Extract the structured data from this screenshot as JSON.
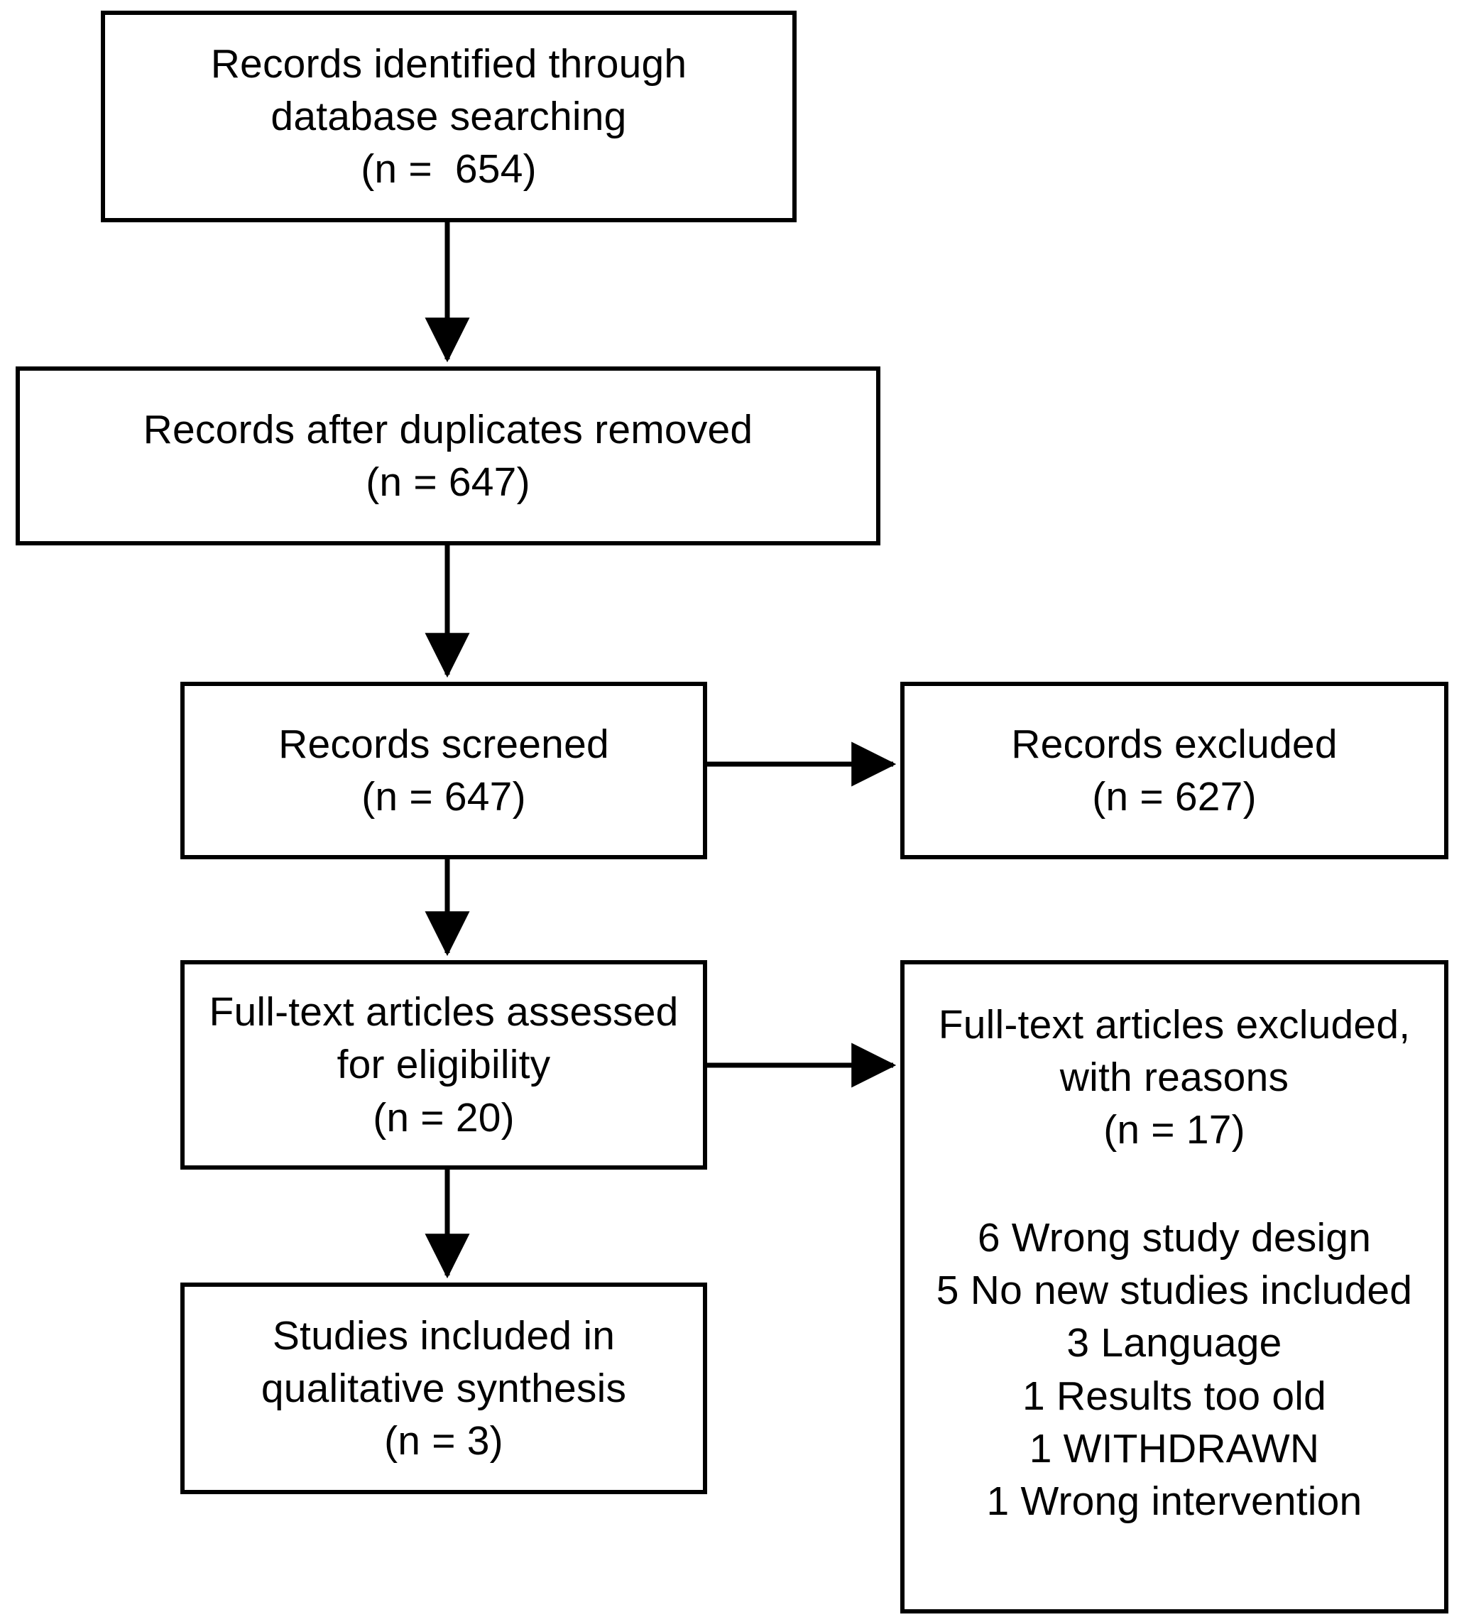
{
  "diagram": {
    "type": "prisma-flow-diagram",
    "colors": {
      "stroke": "#000000",
      "background": "#ffffff",
      "text": "#000000"
    },
    "nodes": [
      {
        "id": "identified",
        "name": "records-identified-box",
        "lines": [
          "Records identified through",
          "database searching",
          "(n =  654)"
        ],
        "count": 654
      },
      {
        "id": "duplicates",
        "name": "records-after-duplicates-box",
        "lines": [
          "Records after duplicates removed",
          "(n = 647)"
        ],
        "count": 647
      },
      {
        "id": "screened",
        "name": "records-screened-box",
        "lines": [
          "Records screened",
          "(n = 647)"
        ],
        "count": 647
      },
      {
        "id": "excluded",
        "name": "records-excluded-box",
        "lines": [
          "Records excluded",
          "(n = 627)"
        ],
        "count": 627
      },
      {
        "id": "fulltext",
        "name": "full-text-assessed-box",
        "lines": [
          "Full-text articles assessed",
          "for eligibility",
          "(n = 20)"
        ],
        "count": 20
      },
      {
        "id": "fulltext_excluded",
        "name": "full-text-excluded-box",
        "lines": [
          "Full-text articles excluded,",
          "with reasons",
          "(n = 17)"
        ],
        "count": 17,
        "reasons": [
          "6 Wrong study design",
          "5 No new studies included",
          "3 Language",
          "1 Results too old",
          "1 WITHDRAWN",
          "1 Wrong intervention"
        ]
      },
      {
        "id": "included",
        "name": "studies-included-box",
        "lines": [
          "Studies included in",
          "qualitative synthesis",
          "(n = 3)"
        ],
        "count": 3
      }
    ],
    "edges": [
      {
        "from": "identified",
        "to": "duplicates",
        "direction": "down"
      },
      {
        "from": "duplicates",
        "to": "screened",
        "direction": "down"
      },
      {
        "from": "screened",
        "to": "excluded",
        "direction": "right"
      },
      {
        "from": "screened",
        "to": "fulltext",
        "direction": "down"
      },
      {
        "from": "fulltext",
        "to": "fulltext_excluded",
        "direction": "right"
      },
      {
        "from": "fulltext",
        "to": "included",
        "direction": "down"
      }
    ]
  }
}
